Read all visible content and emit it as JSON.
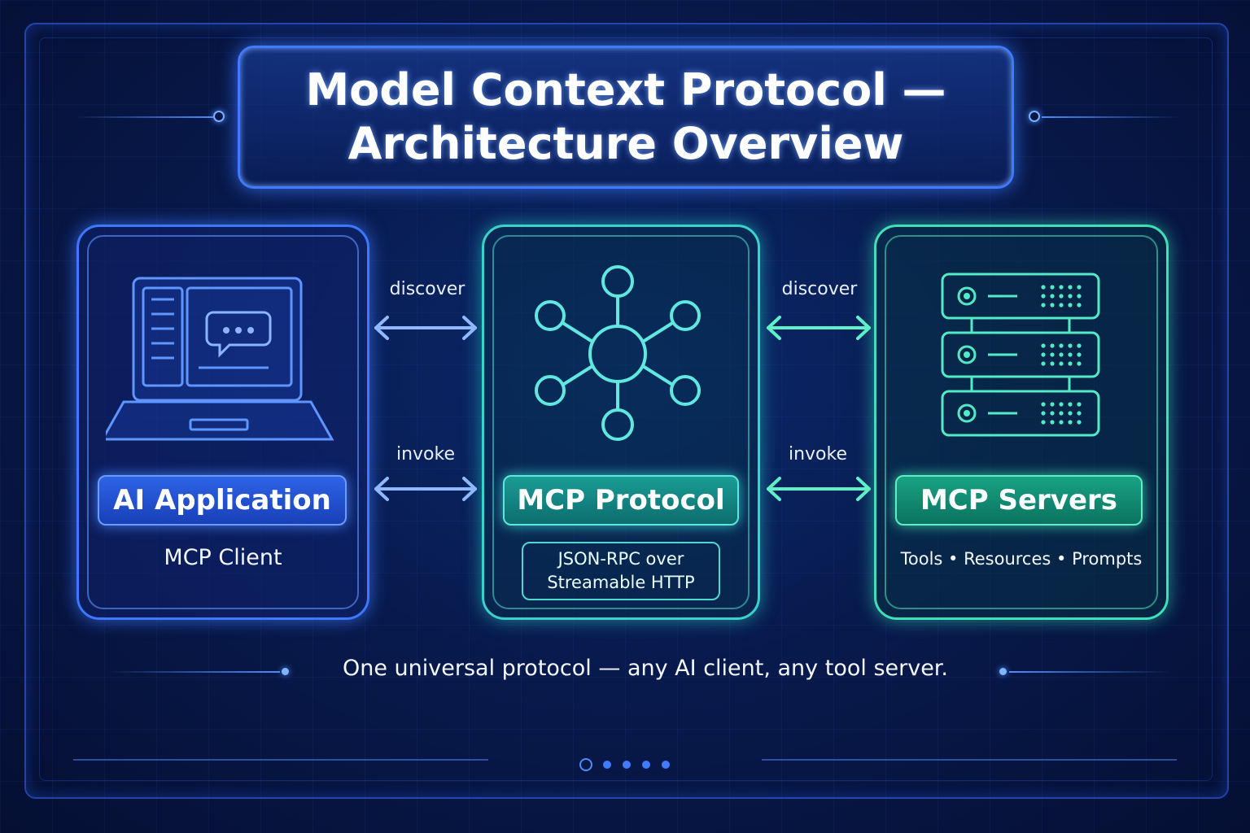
{
  "title": {
    "line1": "Model Context Protocol —",
    "line2": "Architecture Overview"
  },
  "panels": {
    "client": {
      "label": "AI Application",
      "subtitle": "MCP Client",
      "icon": "laptop-chat-icon"
    },
    "protocol": {
      "label": "MCP Protocol",
      "transport_line1": "JSON-RPC over",
      "transport_line2": "Streamable HTTP",
      "icon": "network-hub-icon"
    },
    "servers": {
      "label": "MCP Servers",
      "capabilities": "Tools  •  Resources  •  Prompts",
      "icon": "server-stack-icon"
    }
  },
  "connections": {
    "left_top": "discover",
    "left_bottom": "invoke",
    "right_top": "discover",
    "right_bottom": "invoke"
  },
  "footer": "One universal protocol — any AI client, any tool server.",
  "colors": {
    "blue": "#3d78ff",
    "teal": "#39d3cc",
    "green": "#3fe0b8",
    "background": "#081a4d"
  }
}
